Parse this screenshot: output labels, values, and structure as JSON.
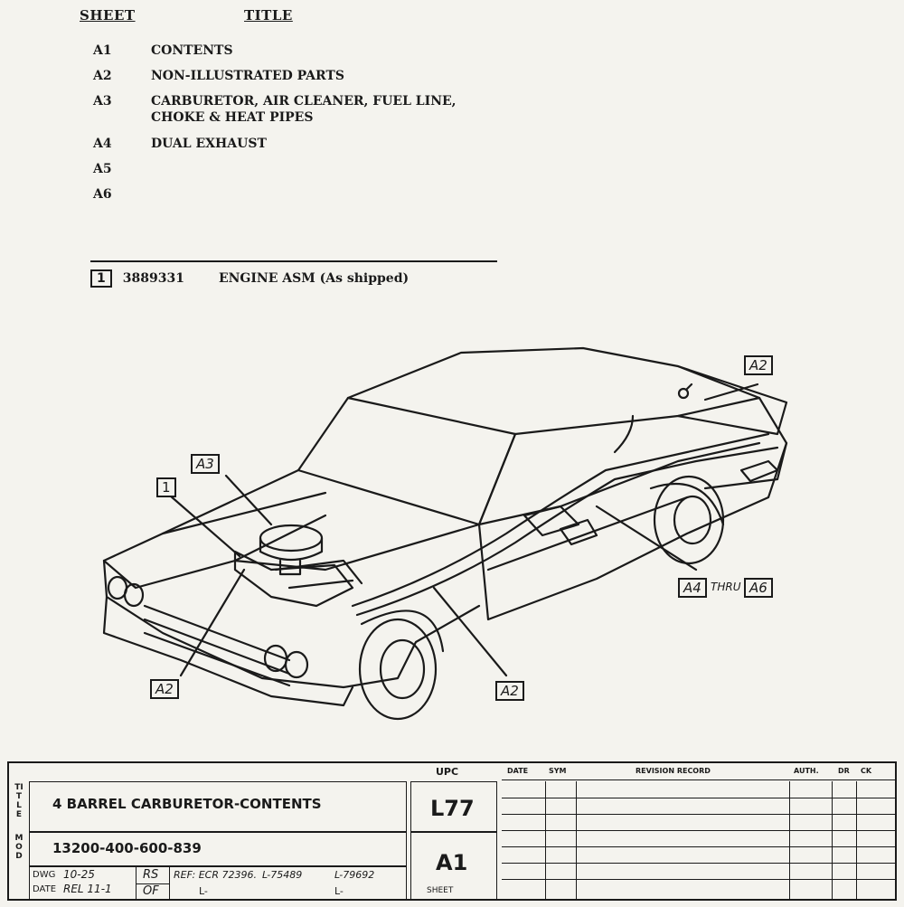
{
  "contents_table": {
    "header_sheet": "SHEET",
    "header_title": "TITLE",
    "rows": [
      {
        "sheet": "A1",
        "title": "CONTENTS"
      },
      {
        "sheet": "A2",
        "title": "NON-ILLUSTRATED PARTS"
      },
      {
        "sheet": "A3",
        "title": "CARBURETOR, AIR CLEANER, FUEL LINE,\nCHOKE & HEAT PIPES"
      },
      {
        "sheet": "A4",
        "title": "DUAL EXHAUST"
      },
      {
        "sheet": "A5",
        "title": ""
      },
      {
        "sheet": "A6",
        "title": ""
      }
    ]
  },
  "engine_line": {
    "callout": "1",
    "part_number": "3889331",
    "description": "ENGINE ASM (As shipped)"
  },
  "illustration": {
    "callouts": {
      "a2_top": "A2",
      "a3": "A3",
      "one": "1",
      "a4": "A4",
      "thru": "THRU",
      "a6": "A6",
      "a2_left": "A2",
      "a2_mid": "A2"
    }
  },
  "title_block": {
    "title_label": "TITLE",
    "mod_label": "MOD",
    "title": "4 BARREL CARBURETOR-CONTENTS",
    "mod_number": "13200-400-600-839",
    "dwg_label": "DWG",
    "dwg_value": "10-25",
    "date_label": "DATE",
    "date_value": "REL 11-1",
    "rs": "RS",
    "of": "OF",
    "ref": "REF: ECR 72396.",
    "ref_l1": "L-75489",
    "ref_l2": "L-79692",
    "ref_row2_1": "L-",
    "ref_row2_2": "L-",
    "upc_label": "UPC",
    "upc_value": "L77",
    "sheet_value": "A1",
    "sheet_label": "SHEET",
    "revision": {
      "date": "DATE",
      "sym": "SYM",
      "record": "REVISION RECORD",
      "auth": "AUTH.",
      "dr": "DR",
      "ck": "CK"
    }
  }
}
